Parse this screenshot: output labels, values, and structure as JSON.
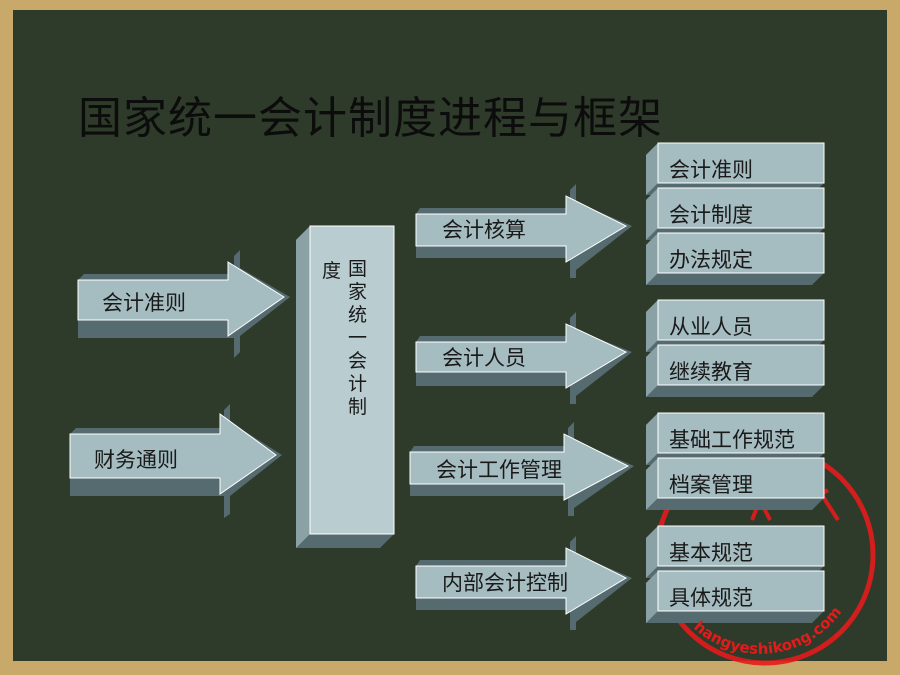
{
  "title": "国家统一会计制度进程与框架",
  "inputs": [
    {
      "label": "会计准则"
    },
    {
      "label": "财务通则"
    }
  ],
  "center": {
    "column1": [
      "国",
      "家",
      "统",
      "一",
      "会",
      "计",
      "制"
    ],
    "column2": [
      "度"
    ]
  },
  "branches": [
    {
      "label": "会计核算",
      "items": [
        "会计准则",
        "会计制度",
        "办法规定"
      ]
    },
    {
      "label": "会计人员",
      "items": [
        "从业人员",
        "继续教育"
      ]
    },
    {
      "label": "会计工作管理",
      "items": [
        "基础工作规范",
        "档案管理"
      ]
    },
    {
      "label": "内部会计控制",
      "items": [
        "基本规范",
        "具体规范"
      ]
    }
  ],
  "watermark": {
    "text": "hangyeshikong.com",
    "color": "#e41b1b"
  },
  "colors": {
    "board": "#2f3b2a",
    "frame": "#c9a96a",
    "box_face": "#a5bcc0",
    "box_side": "#b9cdd0",
    "box_shadow": "#556b6f"
  }
}
